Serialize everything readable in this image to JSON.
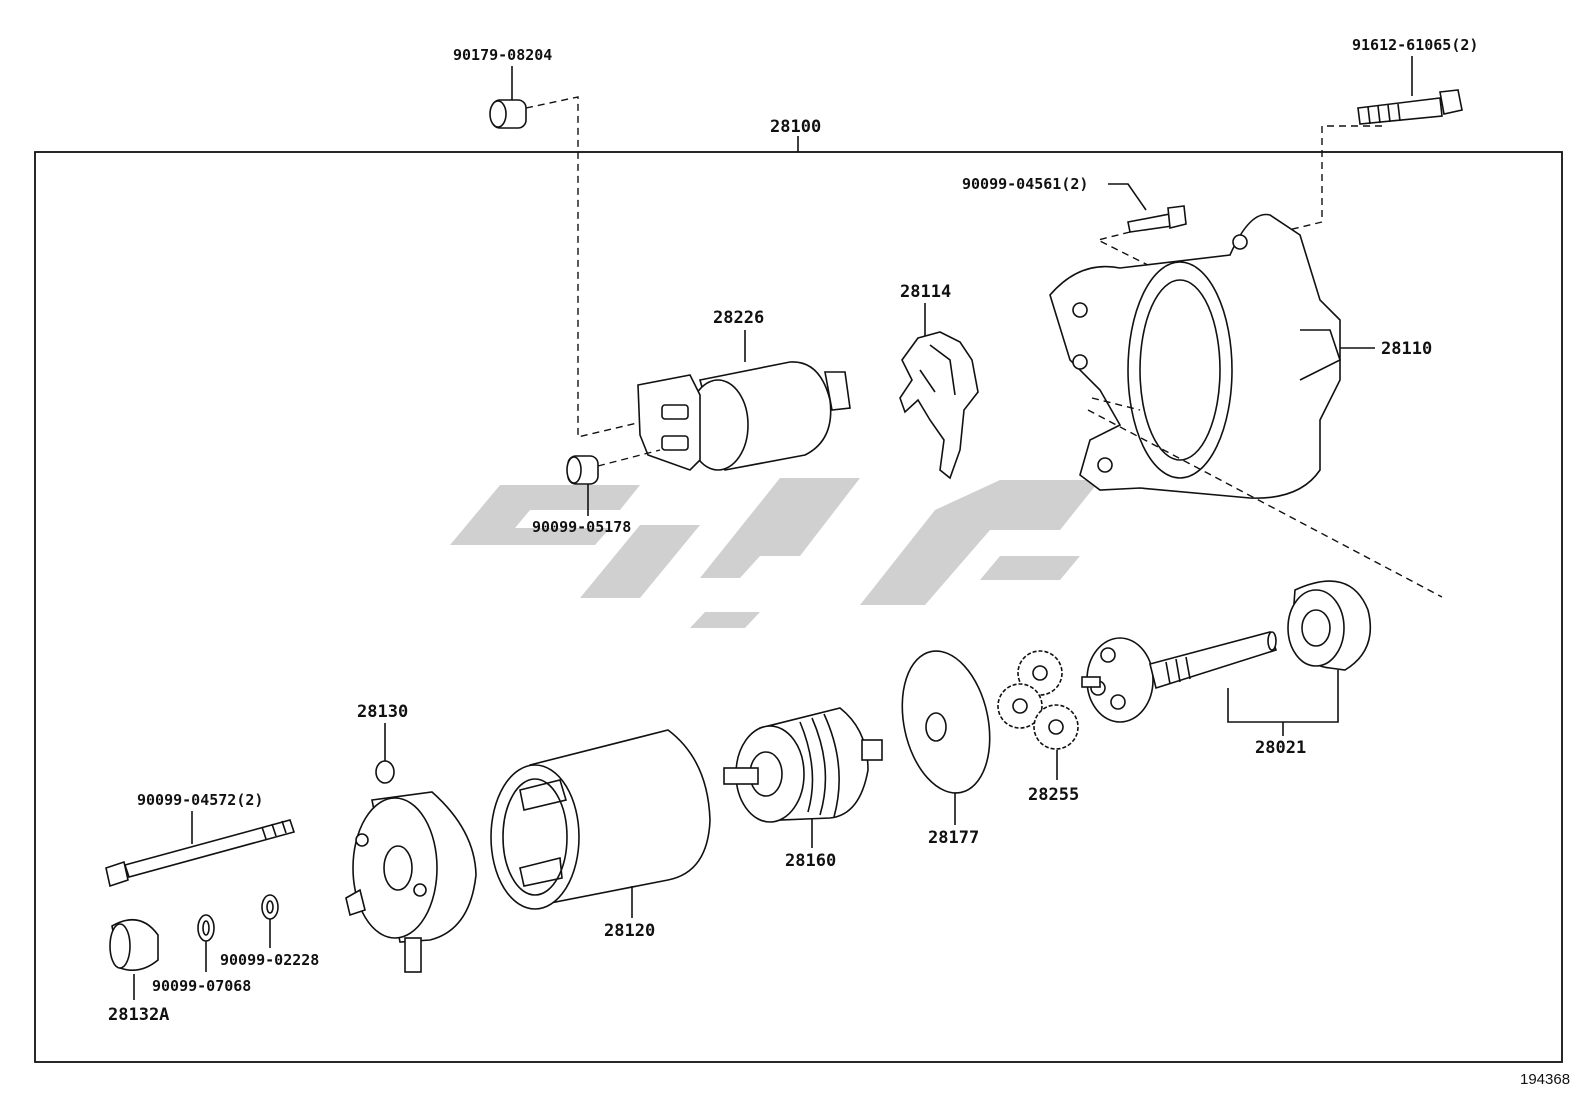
{
  "diagram": {
    "assembly_label": "28100",
    "figure_number": "194368",
    "parts": {
      "p90179": "90179-08204",
      "p91612": "91612-61065(2)",
      "p90099_04561": "90099-04561(2)",
      "p28226": "28226",
      "p28114": "28114",
      "p28110": "28110",
      "p90099_05178": "90099-05178",
      "p28130": "28130",
      "p90099_04572": "90099-04572(2)",
      "p28160": "28160",
      "p28177": "28177",
      "p28255": "28255",
      "p28021": "28021",
      "p28120": "28120",
      "p90099_07068": "90099-07068",
      "p90099_02228": "90099-02228",
      "p28132A": "28132A"
    }
  }
}
